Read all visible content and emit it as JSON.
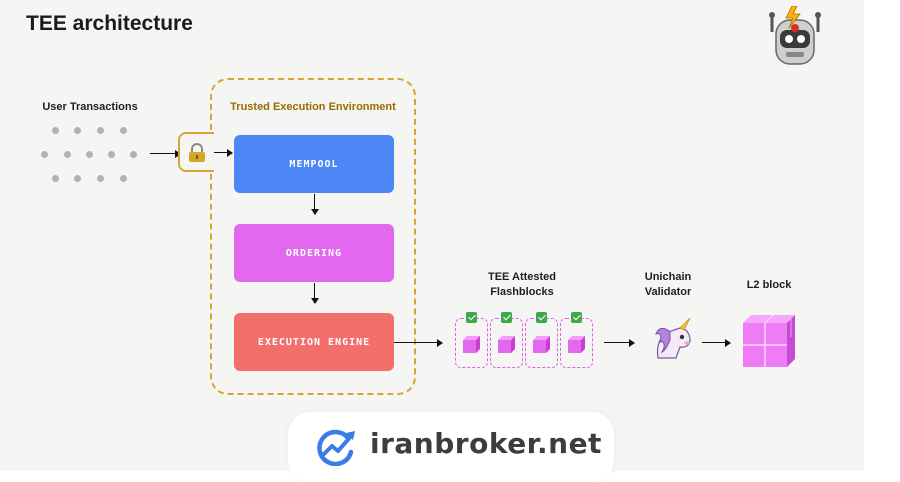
{
  "title": "TEE architecture",
  "user_transactions": "User Transactions",
  "tee": {
    "title": "Trusted Execution Environment",
    "steps": [
      "MEMPOOL",
      "ORDERING",
      "EXECUTION ENGINE"
    ]
  },
  "flashblocks": {
    "line1": "TEE Attested",
    "line2": "Flashblocks",
    "count": 4
  },
  "validator": {
    "line1": "Unichain",
    "line2": "Validator"
  },
  "l2_block": "L2 block",
  "watermark": "iranbroker.net",
  "colors": {
    "mempool": "#4d86f5",
    "ordering": "#e268ef",
    "execution": "#f26f6c",
    "tee_border": "#d9a532",
    "flashblock": "#df5fe9"
  },
  "icons": [
    "robot-logo-icon",
    "lock-icon",
    "check-icon",
    "cube-icon",
    "unicorn-icon",
    "l2-block-cube-icon",
    "chart-arrow-logo-icon"
  ]
}
